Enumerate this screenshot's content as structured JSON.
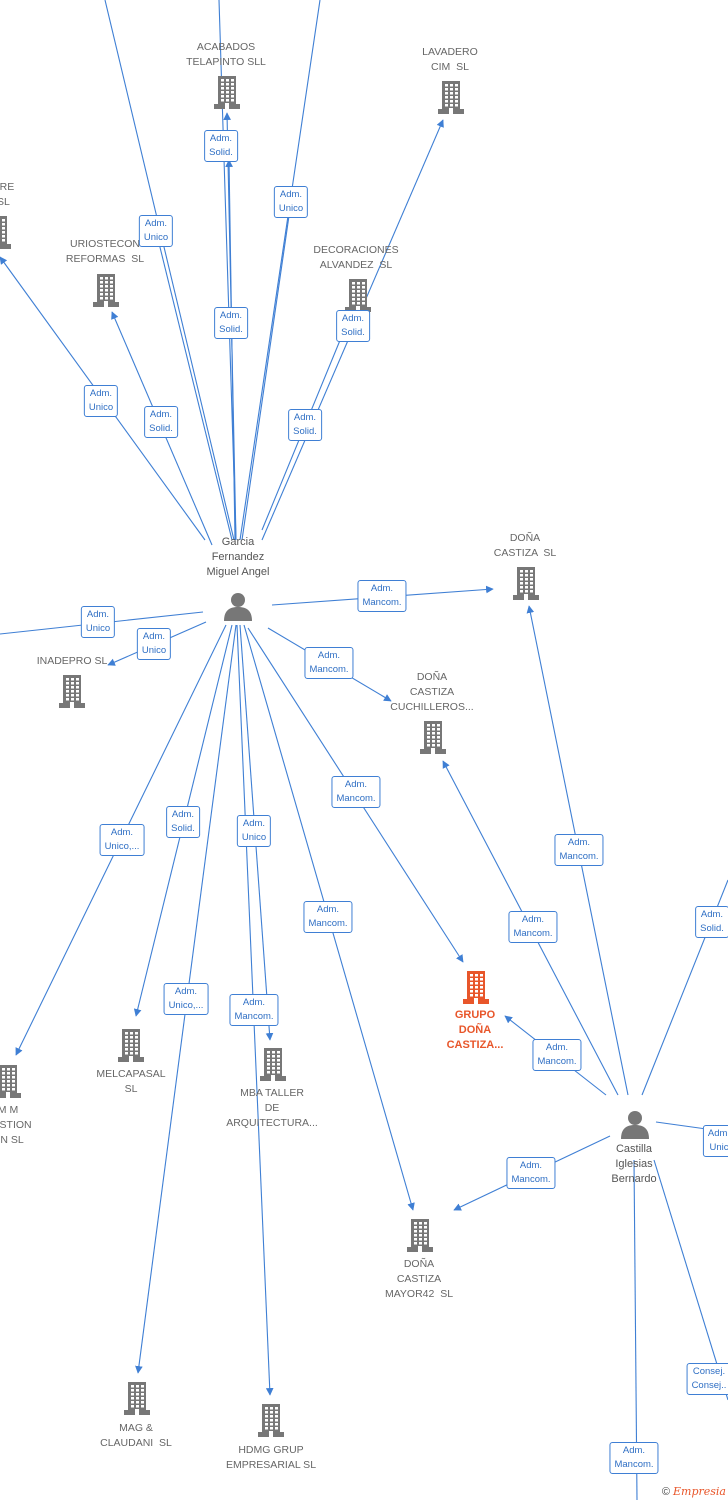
{
  "colors": {
    "edge": "#3f7fd4",
    "company": "#777777",
    "focus_company": "#e8562a",
    "person": "#777777"
  },
  "people": [
    {
      "id": "garcia",
      "name": "Garcia\nFernandez\nMiguel Angel"
    },
    {
      "id": "castilla",
      "name": "Castilla\nIglesias\nBernardo"
    }
  ],
  "companies": [
    {
      "id": "acabados",
      "name": "ACABADOS\nTELAPINTO SLL"
    },
    {
      "id": "lavadero",
      "name": "LAVADERO\nCIM  SL"
    },
    {
      "id": "aire",
      "name": "AIRE\n SL"
    },
    {
      "id": "uriostecon",
      "name": "URIOSTECON\nREFORMAS  SL"
    },
    {
      "id": "decoraciones",
      "name": "DECORACIONES\nALVANDEZ  SL"
    },
    {
      "id": "donacastiza",
      "name": "DOÑA\nCASTIZA  SL"
    },
    {
      "id": "inadepro",
      "name": "INADEPRO SL"
    },
    {
      "id": "cuchilleros",
      "name": "DOÑA\nCASTIZA\nCUCHILLEROS..."
    },
    {
      "id": "grupo",
      "name": "GRUPO\nDOÑA\nCASTIZA...",
      "focus": true
    },
    {
      "id": "mgestion",
      "name": "M M\nGESTION\nON SL"
    },
    {
      "id": "melcapasal",
      "name": "MELCAPASAL\nSL"
    },
    {
      "id": "mbataller",
      "name": "MBA TALLER\nDE\nARQUITECTURA..."
    },
    {
      "id": "mayor42",
      "name": "DOÑA\nCASTIZA\nMAYOR42  SL"
    },
    {
      "id": "magclaudani",
      "name": "MAG &\nCLAUDANI  SL"
    },
    {
      "id": "hdmg",
      "name": "HDMG GRUP\nEMPRESARIAL SL"
    }
  ],
  "roles": [
    {
      "id": "r1",
      "text": "Adm.\nSolid."
    },
    {
      "id": "r2",
      "text": "Adm.\nUnico"
    },
    {
      "id": "r3",
      "text": "Adm.\nUnico"
    },
    {
      "id": "r4",
      "text": "Adm.\nSolid."
    },
    {
      "id": "r5",
      "text": "Adm.\nSolid."
    },
    {
      "id": "r6",
      "text": "Adm.\nUnico"
    },
    {
      "id": "r7",
      "text": "Adm.\nSolid."
    },
    {
      "id": "r8",
      "text": "Adm.\nSolid."
    },
    {
      "id": "r9",
      "text": "Adm.\nMancom."
    },
    {
      "id": "r10",
      "text": "Adm.\nUnico"
    },
    {
      "id": "r11",
      "text": "Adm.\nUnico"
    },
    {
      "id": "r12",
      "text": "Adm.\nMancom."
    },
    {
      "id": "r13",
      "text": "Adm.\nMancom."
    },
    {
      "id": "r14",
      "text": "Adm.\nUnico,..."
    },
    {
      "id": "r15",
      "text": "Adm.\nSolid."
    },
    {
      "id": "r16",
      "text": "Adm.\nUnico"
    },
    {
      "id": "r17",
      "text": "Adm.\nMancom."
    },
    {
      "id": "r18",
      "text": "Adm.\nUnico,..."
    },
    {
      "id": "r19",
      "text": "Adm.\nMancom."
    },
    {
      "id": "r20",
      "text": "Adm.\nMancom."
    },
    {
      "id": "r21",
      "text": "Adm.\nMancom."
    },
    {
      "id": "r22",
      "text": "Adm.\nMancom."
    },
    {
      "id": "r23",
      "text": "Adm.\nMancom."
    },
    {
      "id": "r24",
      "text": "Adm.\nSolid."
    },
    {
      "id": "r25",
      "text": "Adm.\nUnic"
    },
    {
      "id": "r26",
      "text": "Consej.\nConsej.."
    },
    {
      "id": "r27",
      "text": "Adm.\nMancom."
    }
  ],
  "footer": {
    "copyright": "©",
    "brand": "Empresia"
  }
}
